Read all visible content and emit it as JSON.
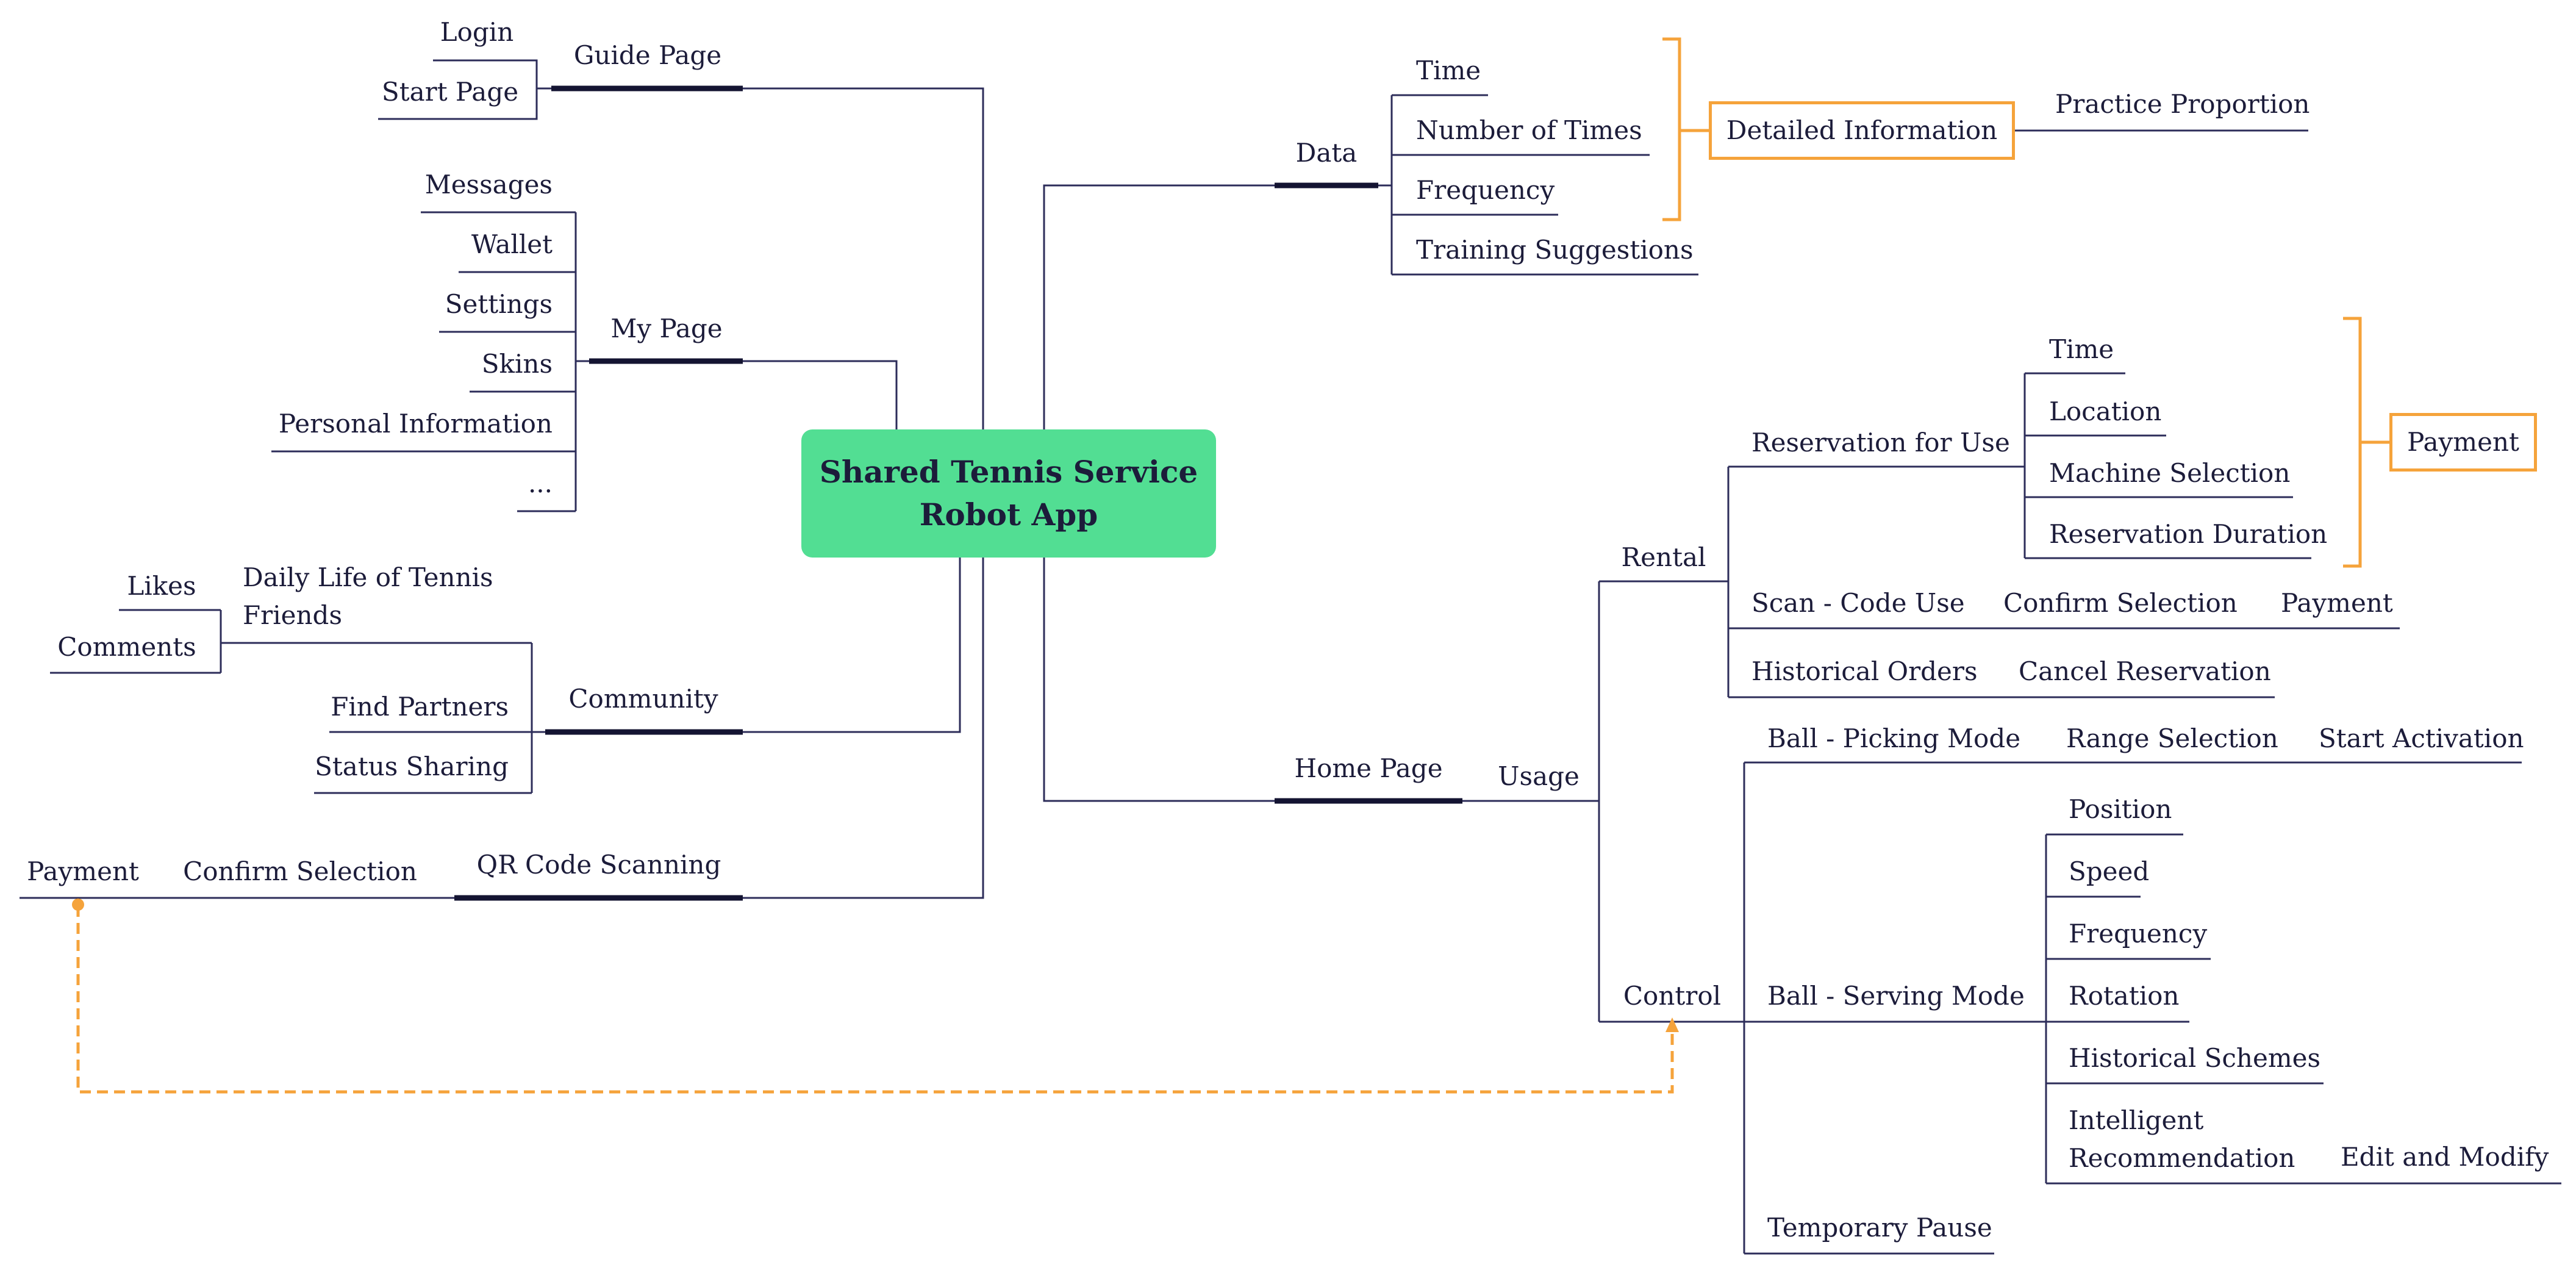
{
  "root": {
    "label": "Shared Tennis Service Robot App",
    "color": "#52de93"
  },
  "colors": {
    "line": "#2d2d5a",
    "thick_line": "#141432",
    "accent": "#f5a33b",
    "text": "#1c1c3a"
  },
  "left": {
    "guide_page": {
      "label": "Guide Page",
      "children": [
        "Login",
        "Start Page"
      ]
    },
    "my_page": {
      "label": "My Page",
      "children": [
        "Messages",
        "Wallet",
        "Settings",
        "Skins",
        "Personal Information",
        "..."
      ]
    },
    "community": {
      "label": "Community",
      "daily_life": {
        "label": "Daily Life of Tennis Friends",
        "children": [
          "Likes",
          "Comments"
        ]
      },
      "children": [
        "Find Partners",
        "Status Sharing"
      ]
    },
    "qr_code": {
      "label": "QR Code Scanning",
      "chain": [
        "Confirm Selection",
        "Payment"
      ]
    }
  },
  "right": {
    "data": {
      "label": "Data",
      "children": [
        "Time",
        "Number of Times",
        "Frequency",
        "Training Suggestions"
      ],
      "detailed": "Detailed Information",
      "practice": "Practice Proportion"
    },
    "home_page": {
      "label": "Home Page",
      "usage": "Usage",
      "rental": {
        "label": "Rental",
        "reservation": {
          "label": "Reservation for Use",
          "children": [
            "Time",
            "Location",
            "Machine Selection",
            "Reservation Duration"
          ],
          "payment": "Payment"
        },
        "scan": {
          "label": "Scan - Code Use",
          "chain": [
            "Confirm Selection",
            "Payment"
          ]
        },
        "history": {
          "label": "Historical Orders",
          "chain": [
            "Cancel Reservation"
          ]
        }
      },
      "control": {
        "label": "Control",
        "picking": {
          "label": "Ball - Picking Mode",
          "chain": [
            "Range Selection",
            "Start Activation"
          ]
        },
        "serving": {
          "label": "Ball - Serving Mode",
          "children": [
            "Position",
            "Speed",
            "Frequency",
            "Rotation",
            "Historical Schemes",
            "Intelligent Recommendation"
          ],
          "edit": "Edit and Modify"
        },
        "pause": "Temporary Pause"
      }
    }
  }
}
